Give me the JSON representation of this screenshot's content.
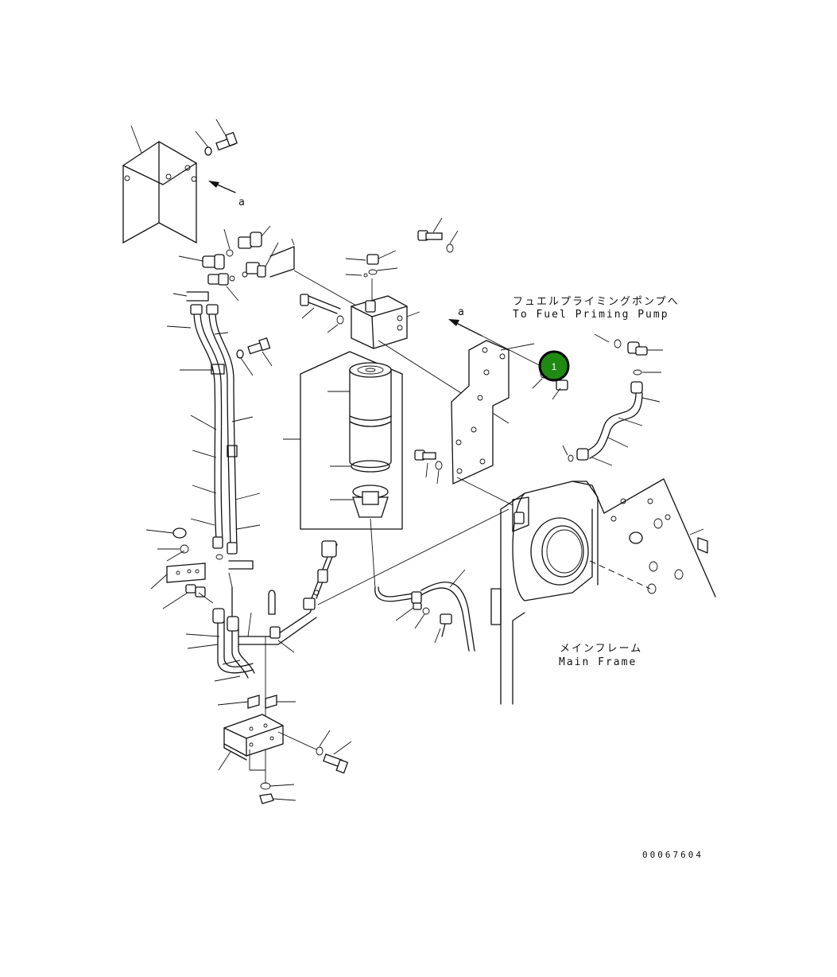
{
  "labels": {
    "view_marker_top": "a",
    "view_marker_right": "a",
    "fuel_pump_jp": "フュエルプライミングポンプへ",
    "fuel_pump_en": "To Fuel Priming  Pump",
    "main_frame_jp": "メインフレーム",
    "main_frame_en": "Main Frame",
    "drawing_number": "00067604"
  },
  "callout": {
    "number": "1",
    "color": "#1e8a12"
  },
  "colors": {
    "line": "#111111",
    "background": "#ffffff"
  }
}
